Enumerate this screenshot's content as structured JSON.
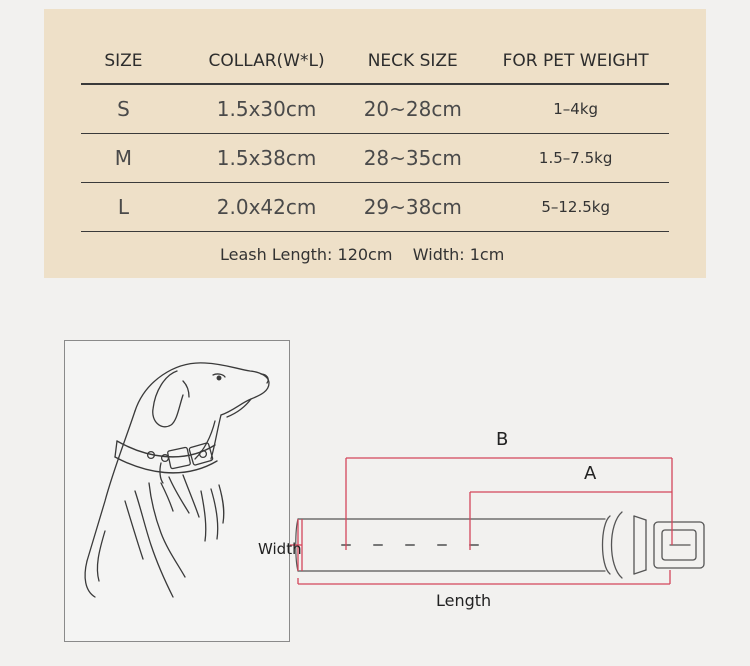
{
  "size_chart": {
    "headers": [
      "SIZE",
      "COLLAR(W*L)",
      "NECK SIZE",
      "FOR PET WEIGHT"
    ],
    "rows": [
      {
        "size": "S",
        "collar": "1.5x30cm",
        "neck": "20~28cm",
        "weight": "1–4kg"
      },
      {
        "size": "M",
        "collar": "1.5x38cm",
        "neck": "28~35cm",
        "weight": "1.5–7.5kg"
      },
      {
        "size": "L",
        "collar": "2.0x42cm",
        "neck": "29~38cm",
        "weight": "5–12.5kg"
      }
    ],
    "leash": "Leash Length: 120cm    Width: 1cm"
  },
  "diagram": {
    "label_b": "B",
    "label_a": "A",
    "label_width": "Width",
    "label_length": "Length"
  },
  "colors": {
    "panel": "#eee0c8",
    "measure": "#d4475b",
    "page": "#f2f1ef"
  },
  "icons": [
    "dog-illustration",
    "collar-illustration"
  ]
}
